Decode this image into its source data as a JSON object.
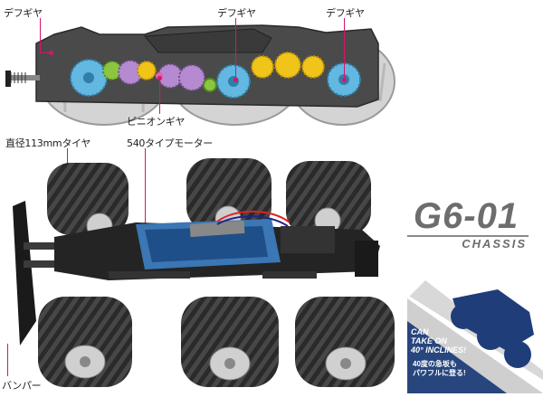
{
  "callouts": {
    "diff_left": "デフギヤ",
    "diff_center": "デフギヤ",
    "diff_right": "デフギヤ",
    "pinion": "ピニオンギヤ",
    "tire": "直径113mmタイヤ",
    "motor": "540タイプモーター",
    "bumper": "バンパー"
  },
  "logo": {
    "model": "G6-01",
    "sub": "CHASSIS"
  },
  "incline_badge": {
    "en_line1": "CAN",
    "en_line2": "TAKE ON",
    "en_line3": "40° INCLINES!",
    "jp_line1": "40度の急坂も",
    "jp_line2": "パワフルに登る!"
  },
  "colors": {
    "accent": "#d6156b",
    "gear_blue": "#62b8e0",
    "gear_yellow": "#f0c419",
    "gear_green": "#8cc63f",
    "gear_purple": "#b58ad1",
    "badge_blue": "#1f3e79"
  }
}
